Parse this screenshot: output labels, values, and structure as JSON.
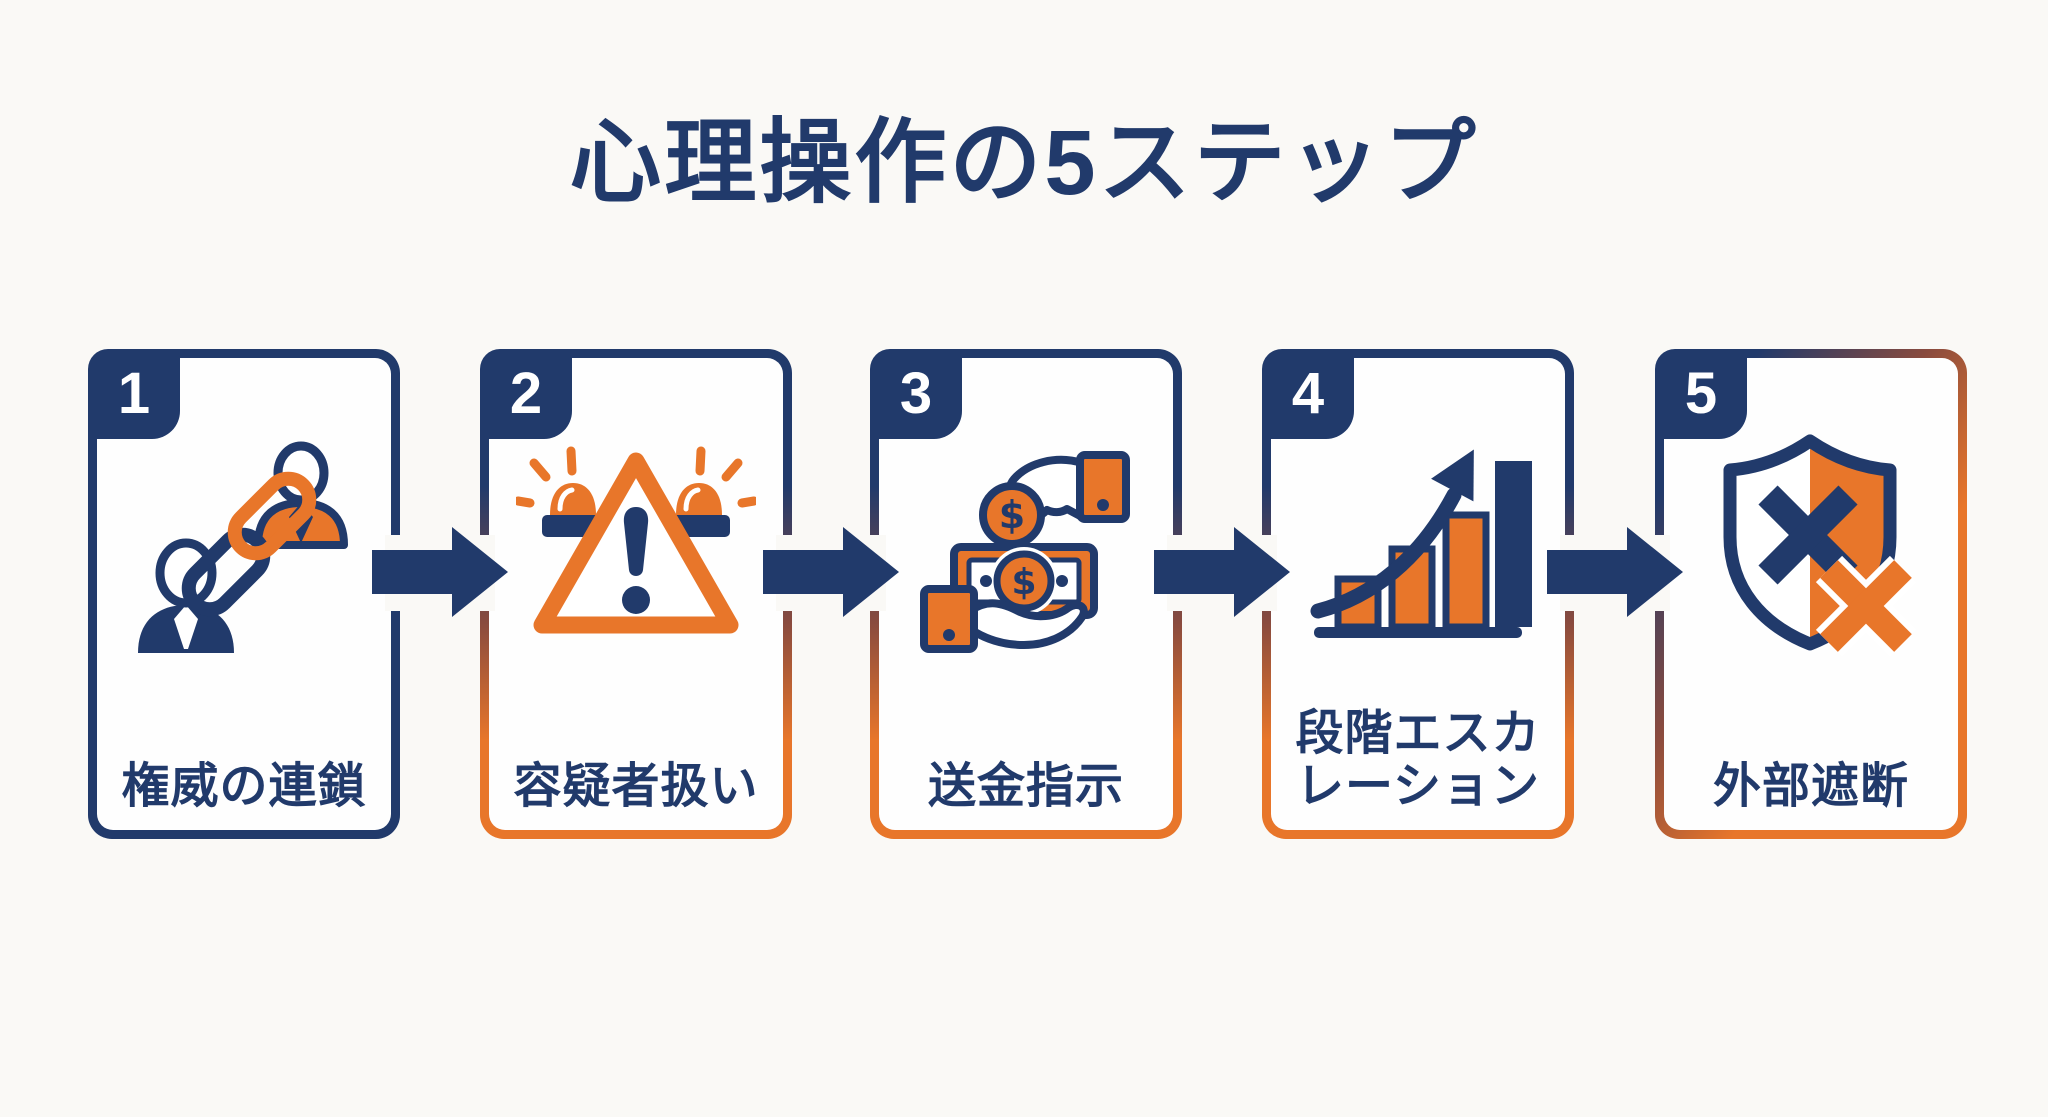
{
  "title": "心理操作の5ステップ",
  "colors": {
    "navy": "#213a6b",
    "orange": "#e8762a",
    "bg": "#faf9f6",
    "cardBg": "#fefefe"
  },
  "steps": [
    {
      "number": "1",
      "label_lines": [
        "権威の連鎖"
      ],
      "icon": "authority-chain-icon"
    },
    {
      "number": "2",
      "label_lines": [
        "容疑者扱い"
      ],
      "icon": "warning-siren-icon"
    },
    {
      "number": "3",
      "label_lines": [
        "送金指示"
      ],
      "icon": "money-transfer-icon"
    },
    {
      "number": "4",
      "label_lines": [
        "段階エスカ",
        "レーション"
      ],
      "icon": "escalation-chart-icon"
    },
    {
      "number": "5",
      "label_lines": [
        "外部遮断"
      ],
      "icon": "shield-block-icon"
    }
  ],
  "flow": {
    "arrow_direction": "right",
    "arrow_color": "#213a6b",
    "arrow_count": 4
  }
}
